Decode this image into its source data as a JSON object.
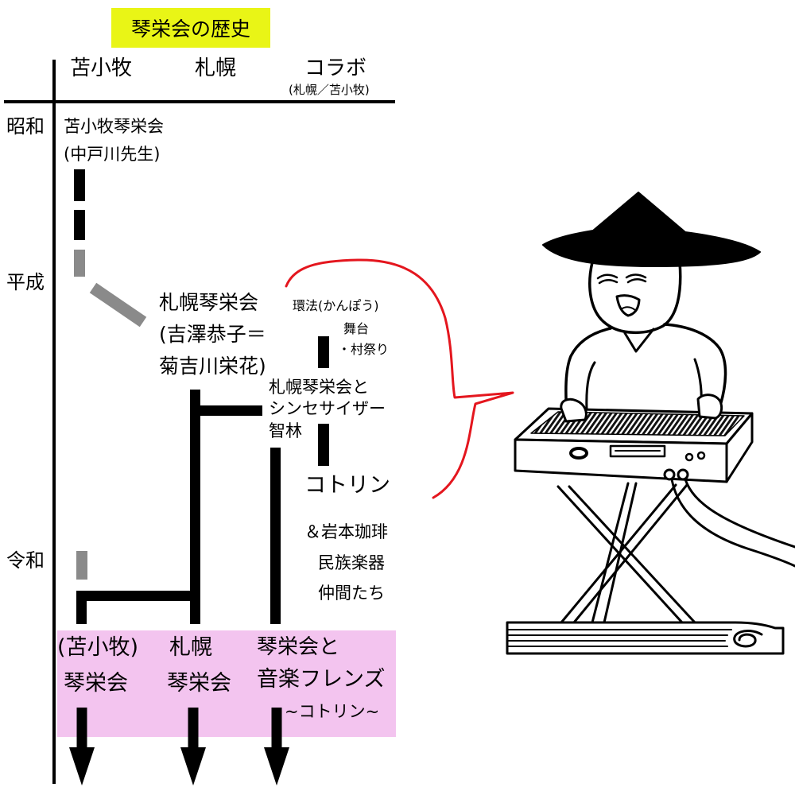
{
  "title": "琴栄会の歴史",
  "columns": [
    {
      "label": "苫小牧"
    },
    {
      "label": "札幌"
    },
    {
      "label": "コラボ",
      "sub": "(札幌／苫小牧)"
    }
  ],
  "eras": [
    "昭和",
    "平成",
    "令和"
  ],
  "tomakomai": {
    "name": "苫小牧琴栄会",
    "teacher": "(中戸川先生)"
  },
  "sapporo": {
    "name": "札幌琴栄会",
    "line2": "(吉澤恭子＝",
    "line3": "菊吉川栄花)"
  },
  "collab": {
    "kanpo": "環法(かんぽう)",
    "kanpo_stage": "舞台",
    "kanpo_festival": "・村祭り",
    "synth_line1": "札幌琴栄会と",
    "synth_line2": "シンセサイザー",
    "synth_line3": "智林",
    "kotorin": "コトリン",
    "friends_line1": "＆岩本珈琲",
    "friends_line2": "民族楽器",
    "friends_line3": "仲間たち"
  },
  "present": [
    {
      "lines": [
        "(苫小牧)",
        "琴栄会"
      ]
    },
    {
      "lines": [
        "札幌",
        "琴栄会"
      ]
    },
    {
      "lines": [
        "琴栄会と",
        "音楽フレンズ",
        "~コトリン~"
      ]
    }
  ],
  "colors": {
    "title_bg": "#e9f516",
    "present_bg": "#f3c4ef",
    "speech_bubble": "#e4161e",
    "faded_bar": "#8a8a8a",
    "line": "#000000"
  }
}
